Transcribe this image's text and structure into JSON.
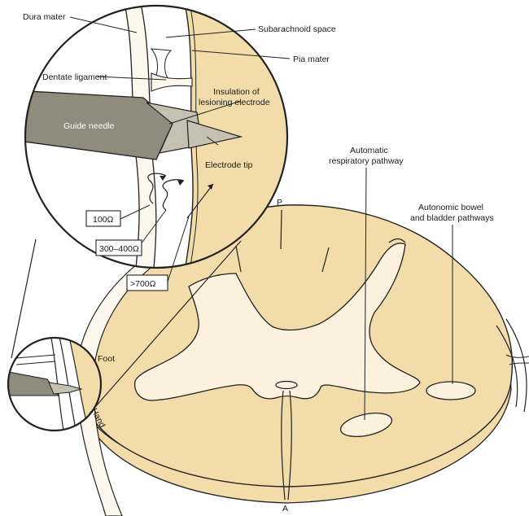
{
  "labels": {
    "dura_mater": "Dura mater",
    "subarachnoid_space": "Subarachnoid space",
    "pia_mater": "Pia mater",
    "dentate_ligament": "Dentate ligament",
    "insulation_line1": "Insulation of",
    "insulation_line2": "lesioning electrode",
    "guide_needle": "Guide needle",
    "electrode_tip": "Electrode tip",
    "automatic_resp_line1": "Automatic",
    "automatic_resp_line2": "respiratory pathway",
    "autonomic_line1": "Autonomic bowel",
    "autonomic_line2": "and bladder pathways",
    "posterior": "P",
    "anterior": "A",
    "foot": "Foot",
    "hand": "Hand"
  },
  "impedance_boxes": [
    "100Ω",
    "300–400Ω",
    ">700Ω"
  ],
  "colors": {
    "cord_tan": "#f2dca9",
    "gray_matter": "#fbf1dd",
    "meninges": "#fcf8ee",
    "needle_dark": "#8f8c7e",
    "needle_light": "#c4c0b2",
    "outline": "#222222"
  }
}
